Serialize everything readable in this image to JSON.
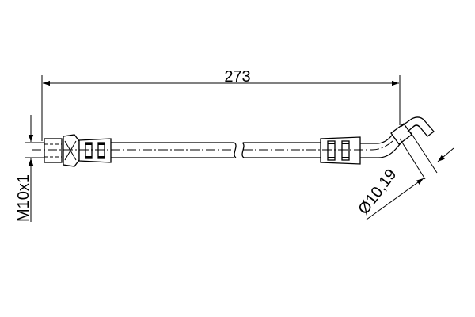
{
  "dimensions": {
    "length": "273",
    "thread": "M10x1",
    "diameter": "Ø10,19"
  }
}
